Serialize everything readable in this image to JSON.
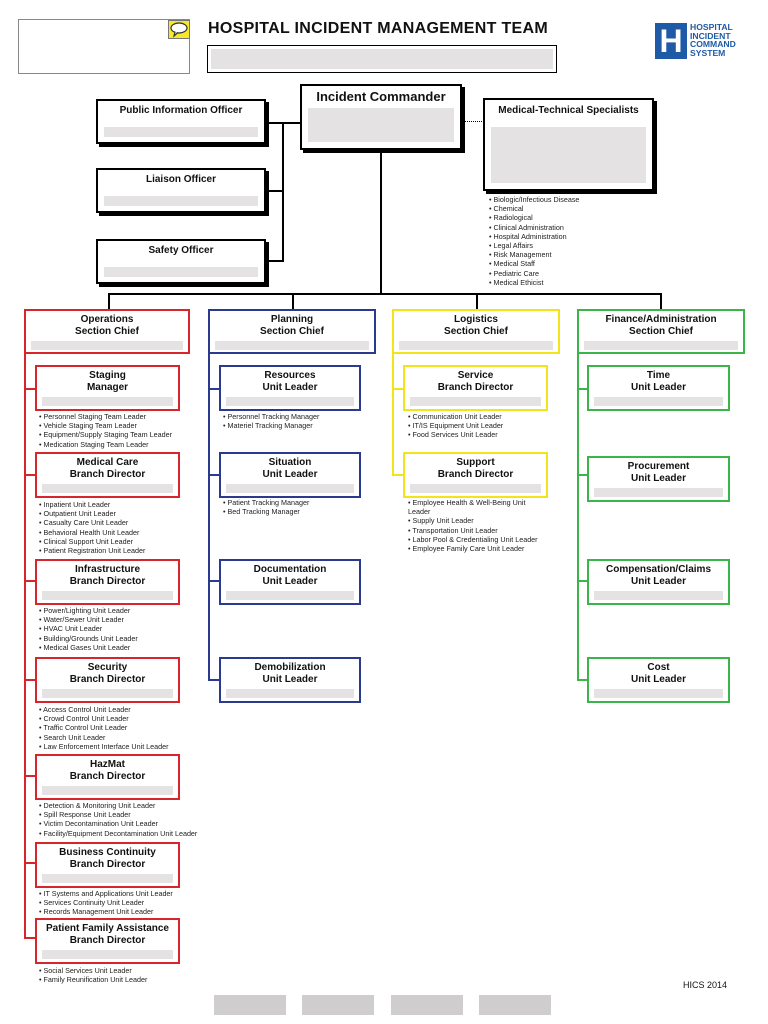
{
  "header": {
    "title": "HOSPITAL INCIDENT MANAGEMENT TEAM",
    "logo_letter": "H",
    "logo_lines": [
      "HOSPITAL",
      "INCIDENT",
      "COMMAND",
      "SYSTEM"
    ]
  },
  "command": {
    "incident_commander": "Incident Commander",
    "pio": "Public Information Officer",
    "liaison": "Liaison Officer",
    "safety": "Safety Officer",
    "medtech": "Medical-Technical Specialists",
    "medtech_items": [
      "Biologic/Infectious Disease",
      "Chemical",
      "Radiological",
      "Clinical Administration",
      "Hospital Administration",
      "Legal Affairs",
      "Risk Management",
      "Medical Staff",
      "Pediatric Care",
      "Medical Ethicist"
    ]
  },
  "sections": {
    "operations": {
      "chief": [
        "Operations",
        "Section Chief"
      ],
      "units": [
        {
          "title": [
            "Staging",
            "Manager"
          ],
          "items": [
            "Personnel Staging Team Leader",
            "Vehicle Staging Team Leader",
            "Equipment/Supply Staging Team Leader",
            "Medication Staging Team Leader"
          ]
        },
        {
          "title": [
            "Medical Care",
            "Branch Director"
          ],
          "items": [
            "Inpatient Unit Leader",
            "Outpatient Unit Leader",
            "Casualty Care Unit Leader",
            "Behavioral Health Unit Leader",
            "Clinical Support Unit Leader",
            "Patient Registration Unit Leader"
          ]
        },
        {
          "title": [
            "Infrastructure",
            "Branch Director"
          ],
          "items": [
            "Power/Lighting Unit Leader",
            "Water/Sewer Unit Leader",
            "HVAC Unit Leader",
            "Building/Grounds Unit Leader",
            "Medical Gases Unit Leader"
          ]
        },
        {
          "title": [
            "Security",
            "Branch Director"
          ],
          "items": [
            "Access Control Unit Leader",
            "Crowd Control Unit Leader",
            "Traffic Control Unit Leader",
            "Search Unit Leader",
            "Law Enforcement Interface Unit Leader"
          ]
        },
        {
          "title": [
            "HazMat",
            "Branch Director"
          ],
          "items": [
            "Detection & Monitoring Unit Leader",
            "Spill Response Unit Leader",
            "Victim Decontamination Unit Leader",
            "Facility/Equipment Decontamination Unit Leader"
          ]
        },
        {
          "title": [
            "Business Continuity",
            "Branch Director"
          ],
          "items": [
            "IT Systems and Applications Unit Leader",
            "Services Continuity Unit Leader",
            "Records Management Unit Leader"
          ]
        },
        {
          "title": [
            "Patient Family Assistance",
            "Branch Director"
          ],
          "items": [
            "Social Services Unit Leader",
            "Family Reunification Unit Leader"
          ]
        }
      ]
    },
    "planning": {
      "chief": [
        "Planning",
        "Section Chief"
      ],
      "units": [
        {
          "title": [
            "Resources",
            "Unit Leader"
          ],
          "items": [
            "Personnel Tracking Manager",
            "Materiel Tracking Manager"
          ]
        },
        {
          "title": [
            "Situation",
            "Unit Leader"
          ],
          "items": [
            "Patient Tracking Manager",
            "Bed Tracking Manager"
          ]
        },
        {
          "title": [
            "Documentation",
            "Unit Leader"
          ],
          "items": []
        },
        {
          "title": [
            "Demobilization",
            "Unit Leader"
          ],
          "items": []
        }
      ]
    },
    "logistics": {
      "chief": [
        "Logistics",
        "Section Chief"
      ],
      "units": [
        {
          "title": [
            "Service",
            "Branch Director"
          ],
          "items": [
            "Communication Unit Leader",
            "IT/IS Equipment Unit Leader",
            "Food Services Unit Leader"
          ]
        },
        {
          "title": [
            "Support",
            "Branch Director"
          ],
          "items": [
            "Employee Health & Well-Being Unit Leader",
            "Supply Unit Leader",
            "Transportation Unit Leader",
            "Labor Pool & Credentialing Unit Leader",
            "Employee Family Care Unit Leader"
          ]
        }
      ]
    },
    "finance": {
      "chief": [
        "Finance/Administration",
        "Section Chief"
      ],
      "units": [
        {
          "title": [
            "Time",
            "Unit Leader"
          ]
        },
        {
          "title": [
            "Procurement",
            "Unit Leader"
          ]
        },
        {
          "title": [
            "Compensation/Claims",
            "Unit Leader"
          ]
        },
        {
          "title": [
            "Cost",
            "Unit Leader"
          ]
        }
      ]
    }
  },
  "footer": {
    "version": "HICS 2014"
  },
  "colors": {
    "operations": "#d7262b",
    "planning": "#2a3a8f",
    "logistics": "#f1e41b",
    "finance": "#3bb54a",
    "fill": "#e4e2e2",
    "logo": "#1f5aa6"
  }
}
